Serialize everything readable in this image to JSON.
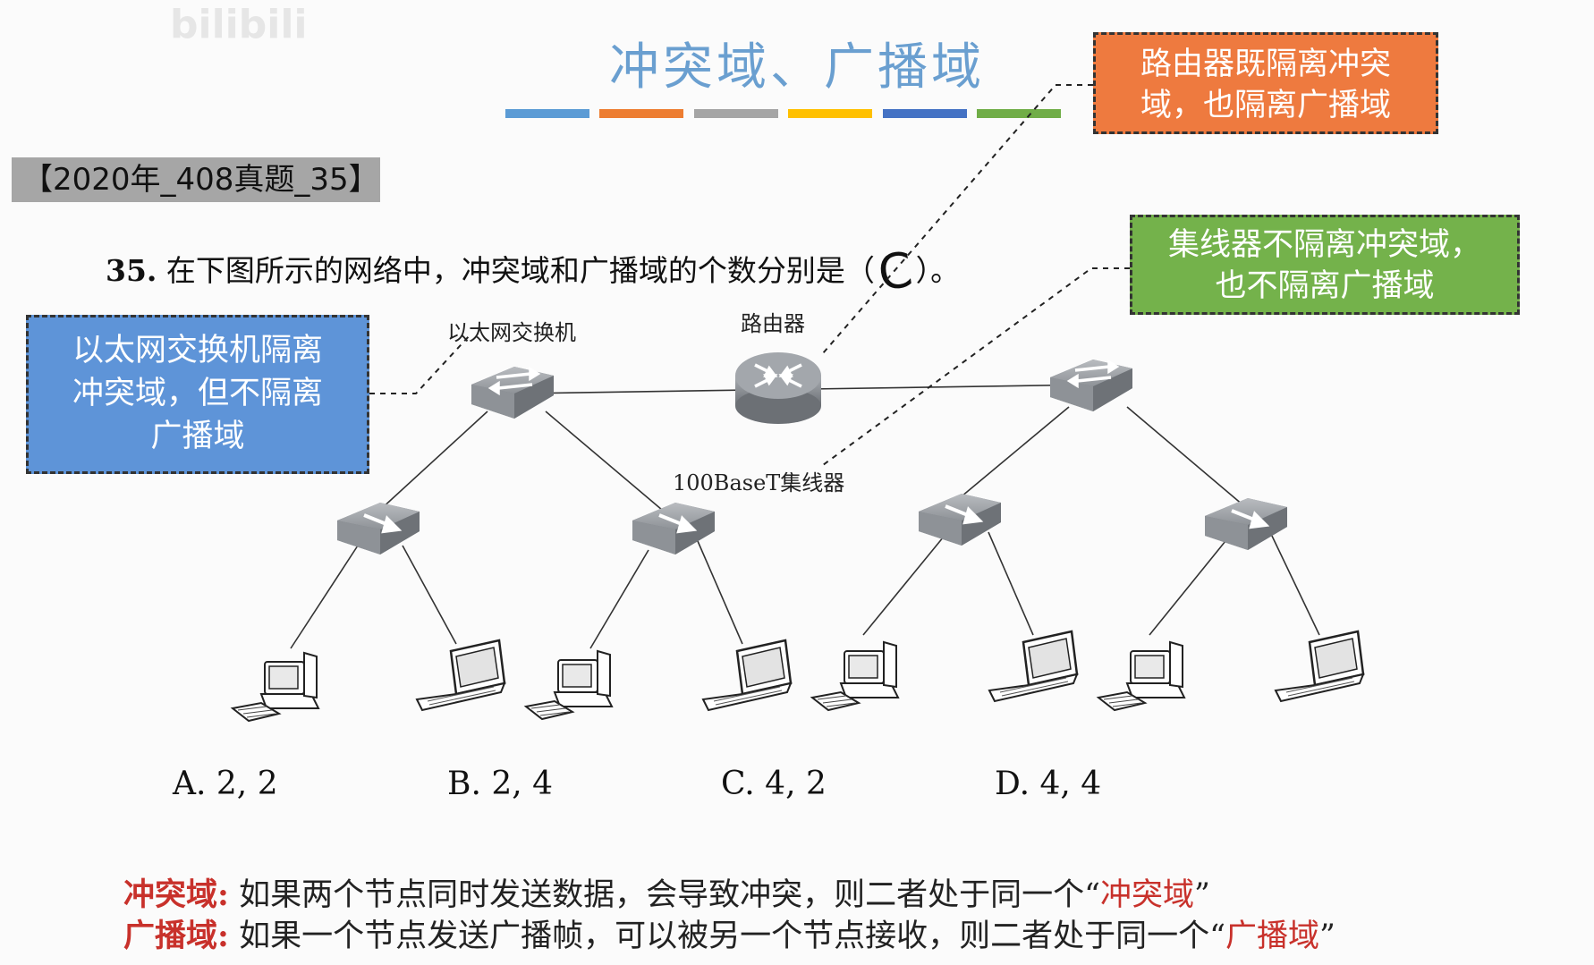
{
  "watermark": "bilibili",
  "header": {
    "title": "冲突域、广播域",
    "stripe_colors": [
      "#5b9bd5",
      "#ed7d31",
      "#a5a5a5",
      "#ffc000",
      "#4472c4",
      "#70ad47"
    ]
  },
  "tag": "【2020年_408真题_35】",
  "question": {
    "number": "35.",
    "text": "在下图所示的网络中，冲突域和广播域的个数分别是（",
    "answer": "C",
    "end": "）。"
  },
  "callouts": {
    "router": [
      "路由器既隔离冲突",
      "域，也隔离广播域"
    ],
    "hub": [
      "集线器不隔离冲突域，",
      "也不隔离广播域"
    ],
    "switch": [
      "以太网交换机隔离",
      "冲突域，但不隔离",
      "广播域"
    ]
  },
  "diagram_labels": {
    "switch": "以太网交换机",
    "router": "路由器",
    "hub": "100BaseT集线器"
  },
  "options": [
    {
      "letter": "A.",
      "value": "2, 2"
    },
    {
      "letter": "B.",
      "value": "2, 4"
    },
    {
      "letter": "C.",
      "value": "4, 2"
    },
    {
      "letter": "D.",
      "value": "4, 4"
    }
  ],
  "definitions": {
    "collision": {
      "term": "冲突域:",
      "text": "如果两个节点同时发送数据，会导致冲突，则二者处于同一个“",
      "quote": "冲突域",
      "end": "”"
    },
    "broadcast": {
      "term": "广播域:",
      "text": "如果一个节点发送广播帧，可以被另一个节点接收，则二者处于同一个“",
      "quote": "广播域",
      "end": "”"
    }
  },
  "colors": {
    "title": "#6a9fd0",
    "router_callout": "#ee7a3f",
    "hub_callout": "#74b24b",
    "switch_callout": "#5e94d8",
    "definition_term": "#c8312b"
  }
}
